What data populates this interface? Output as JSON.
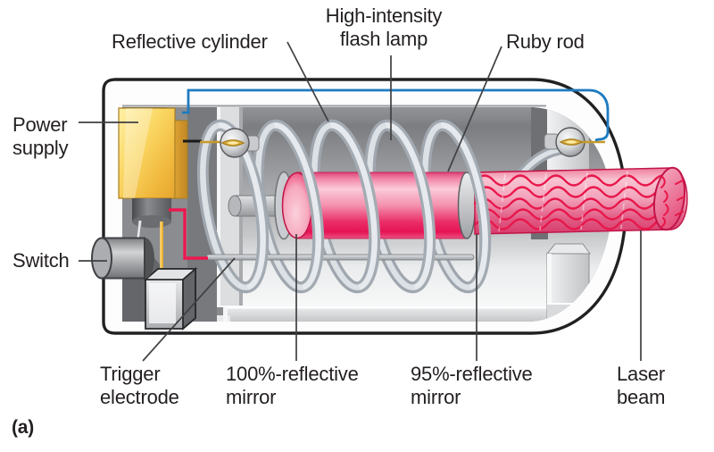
{
  "figure": {
    "panel_tag": "(a)",
    "labels": {
      "reflective_cylinder": "Reflective cylinder",
      "flash_lamp_line1": "High-intensity",
      "flash_lamp_line2": "flash lamp",
      "ruby_rod": "Ruby rod",
      "power_supply_line1": "Power",
      "power_supply_line2": "supply",
      "switch": "Switch",
      "trigger_electrode_line1": "Trigger",
      "trigger_electrode_line2": "electrode",
      "mirror_100_line1": "100%-reflective",
      "mirror_100_line2": "mirror",
      "mirror_95_line1": "95%-reflective",
      "mirror_95_line2": "mirror",
      "laser_beam_line1": "Laser",
      "laser_beam_line2": "beam"
    },
    "colors": {
      "ruby_rod_pink": "#ED2A67",
      "laser_wave_red": "#E8174B",
      "power_supply_gold": "#F6C64F",
      "wire_blue": "#1E7BC0",
      "wire_red": "#ED174F",
      "wire_yellow": "#F2B734",
      "metal_gray": "#C6C8CA",
      "text_color": "#231F20"
    }
  }
}
